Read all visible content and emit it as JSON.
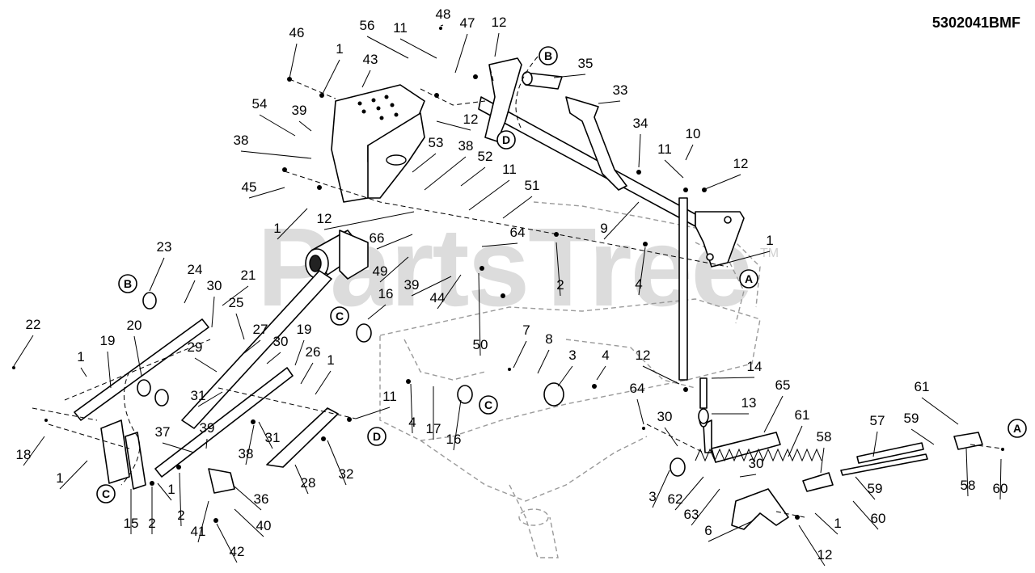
{
  "diagram_code": "5302041BMF",
  "watermark": "PartsTree",
  "watermark_tm": "TM",
  "parts": [
    {
      "label": "46"
    },
    {
      "label": "1"
    },
    {
      "label": "43"
    },
    {
      "label": "56"
    },
    {
      "label": "11"
    },
    {
      "label": "48"
    },
    {
      "label": "47"
    },
    {
      "label": "12"
    },
    {
      "label": "35"
    },
    {
      "label": "33"
    },
    {
      "label": "54"
    },
    {
      "label": "39"
    },
    {
      "label": "12"
    },
    {
      "label": "34"
    },
    {
      "label": "10"
    },
    {
      "label": "38"
    },
    {
      "label": "53"
    },
    {
      "label": "38"
    },
    {
      "label": "52"
    },
    {
      "label": "11"
    },
    {
      "label": "11"
    },
    {
      "label": "12"
    },
    {
      "label": "45"
    },
    {
      "label": "51"
    },
    {
      "label": "1"
    },
    {
      "label": "12"
    },
    {
      "label": "9"
    },
    {
      "label": "66"
    },
    {
      "label": "64"
    },
    {
      "label": "1"
    },
    {
      "label": "23"
    },
    {
      "label": "49"
    },
    {
      "label": "24"
    },
    {
      "label": "21"
    },
    {
      "label": "39"
    },
    {
      "label": "2"
    },
    {
      "label": "4"
    },
    {
      "label": "30"
    },
    {
      "label": "44"
    },
    {
      "label": "25"
    },
    {
      "label": "16"
    },
    {
      "label": "22"
    },
    {
      "label": "20"
    },
    {
      "label": "27"
    },
    {
      "label": "30"
    },
    {
      "label": "19"
    },
    {
      "label": "19"
    },
    {
      "label": "7"
    },
    {
      "label": "8"
    },
    {
      "label": "50"
    },
    {
      "label": "1"
    },
    {
      "label": "29"
    },
    {
      "label": "26"
    },
    {
      "label": "1"
    },
    {
      "label": "3"
    },
    {
      "label": "4"
    },
    {
      "label": "12"
    },
    {
      "label": "14"
    },
    {
      "label": "65"
    },
    {
      "label": "31"
    },
    {
      "label": "11"
    },
    {
      "label": "64"
    },
    {
      "label": "61"
    },
    {
      "label": "37"
    },
    {
      "label": "39"
    },
    {
      "label": "31"
    },
    {
      "label": "4"
    },
    {
      "label": "17"
    },
    {
      "label": "16"
    },
    {
      "label": "13"
    },
    {
      "label": "30"
    },
    {
      "label": "61"
    },
    {
      "label": "18"
    },
    {
      "label": "38"
    },
    {
      "label": "58"
    },
    {
      "label": "57"
    },
    {
      "label": "59"
    },
    {
      "label": "1"
    },
    {
      "label": "2"
    },
    {
      "label": "32"
    },
    {
      "label": "28"
    },
    {
      "label": "30"
    },
    {
      "label": "1"
    },
    {
      "label": "15"
    },
    {
      "label": "2"
    },
    {
      "label": "36"
    },
    {
      "label": "3"
    },
    {
      "label": "62"
    },
    {
      "label": "59"
    },
    {
      "label": "58"
    },
    {
      "label": "60"
    },
    {
      "label": "41"
    },
    {
      "label": "40"
    },
    {
      "label": "63"
    },
    {
      "label": "60"
    },
    {
      "label": "1"
    },
    {
      "label": "42"
    },
    {
      "label": "6"
    },
    {
      "label": "12"
    }
  ],
  "callouts": [
    {
      "letter": "B"
    },
    {
      "letter": "D"
    },
    {
      "letter": "A"
    },
    {
      "letter": "B"
    },
    {
      "letter": "C"
    },
    {
      "letter": "C"
    },
    {
      "letter": "D"
    },
    {
      "letter": "C"
    },
    {
      "letter": "A"
    }
  ]
}
